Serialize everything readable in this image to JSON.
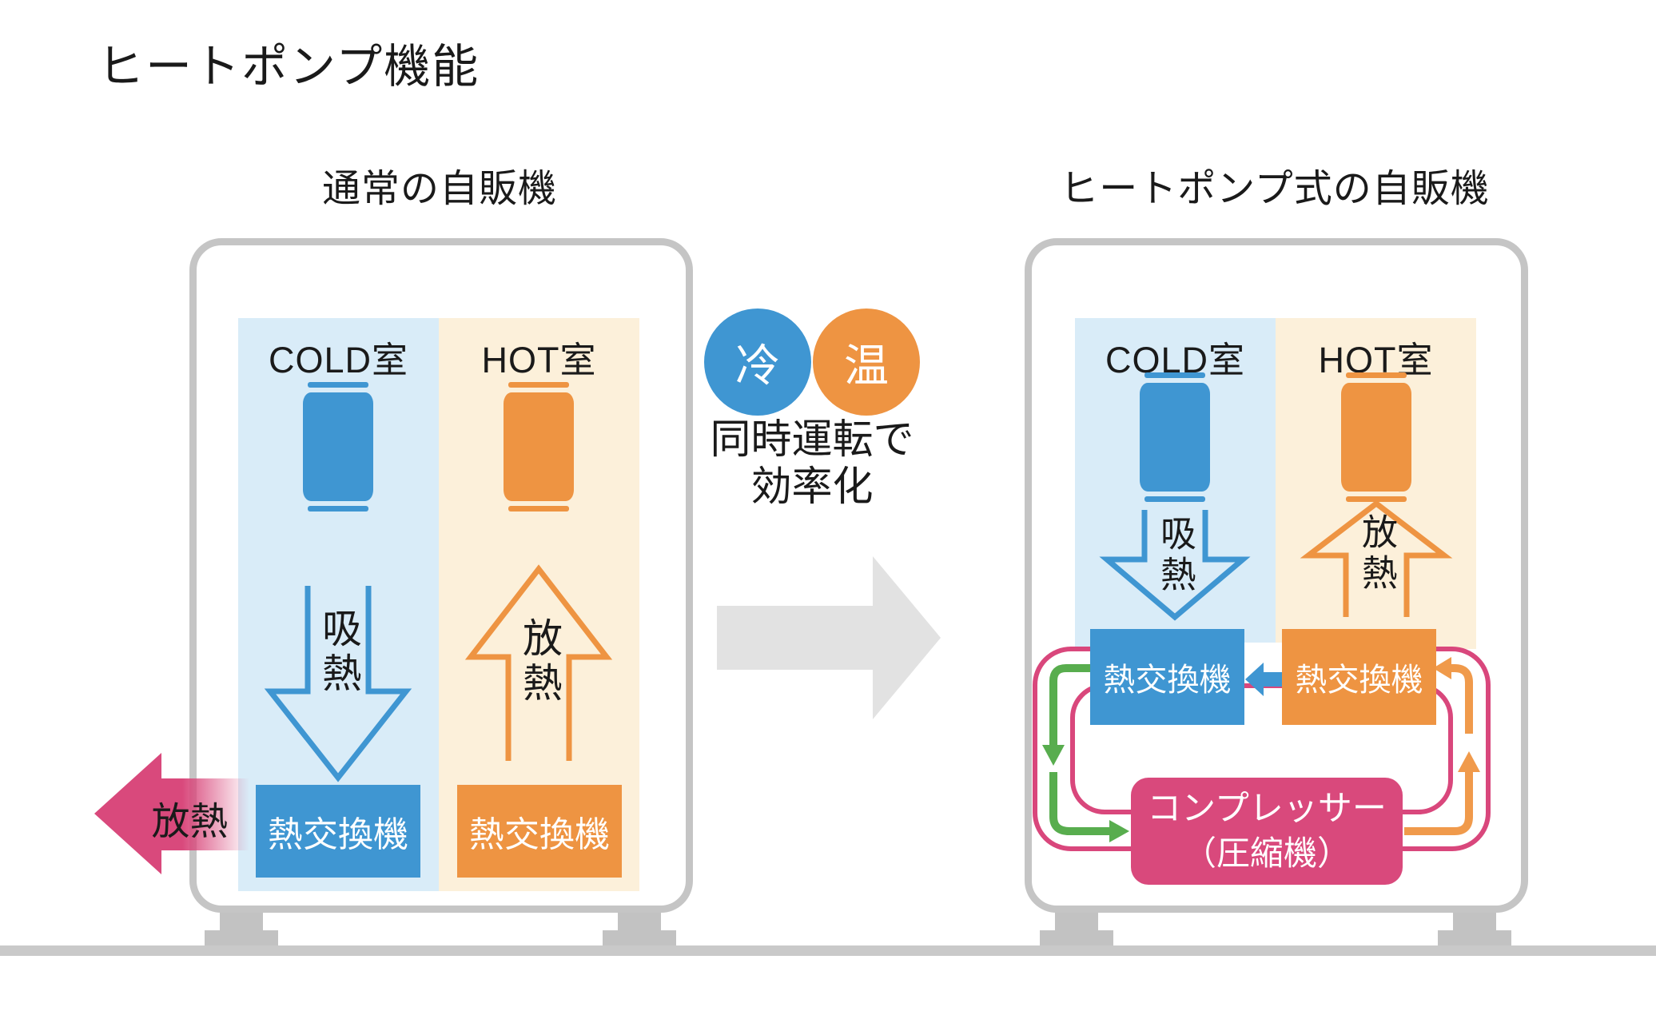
{
  "title": "ヒートポンプ機能",
  "left_machine": {
    "label": "通常の自販機",
    "cold_room": {
      "header": "COLD室",
      "arrow_label": "吸熱",
      "exchanger_label": "熱交換機"
    },
    "hot_room": {
      "header": "HOT室",
      "arrow_label": "放熱",
      "exchanger_label": "熱交換機"
    },
    "exhaust_arrow_label": "放熱"
  },
  "center": {
    "cold_badge": "冷",
    "hot_badge": "温",
    "caption_line1": "同時運転で",
    "caption_line2": "効率化"
  },
  "right_machine": {
    "label": "ヒートポンプ式の自販機",
    "cold_room": {
      "header": "COLD室",
      "arrow_label": "吸熱",
      "exchanger_label": "熱交換機"
    },
    "hot_room": {
      "header": "HOT室",
      "arrow_label": "放熱",
      "exchanger_label": "熱交換機"
    },
    "compressor": {
      "line1": "コンプレッサー",
      "line2": "（圧縮機）"
    }
  },
  "colors": {
    "blue": "#3f96d2",
    "light_blue_bg": "#d9ecf8",
    "orange": "#ee9442",
    "light_orange_bg": "#fcf0da",
    "pink": "#d9497c",
    "green": "#58ad4e",
    "gray_arrow": "#e2e2e2",
    "frame_gray": "#c5c5c5",
    "ground_gray": "#c9c9c9"
  }
}
